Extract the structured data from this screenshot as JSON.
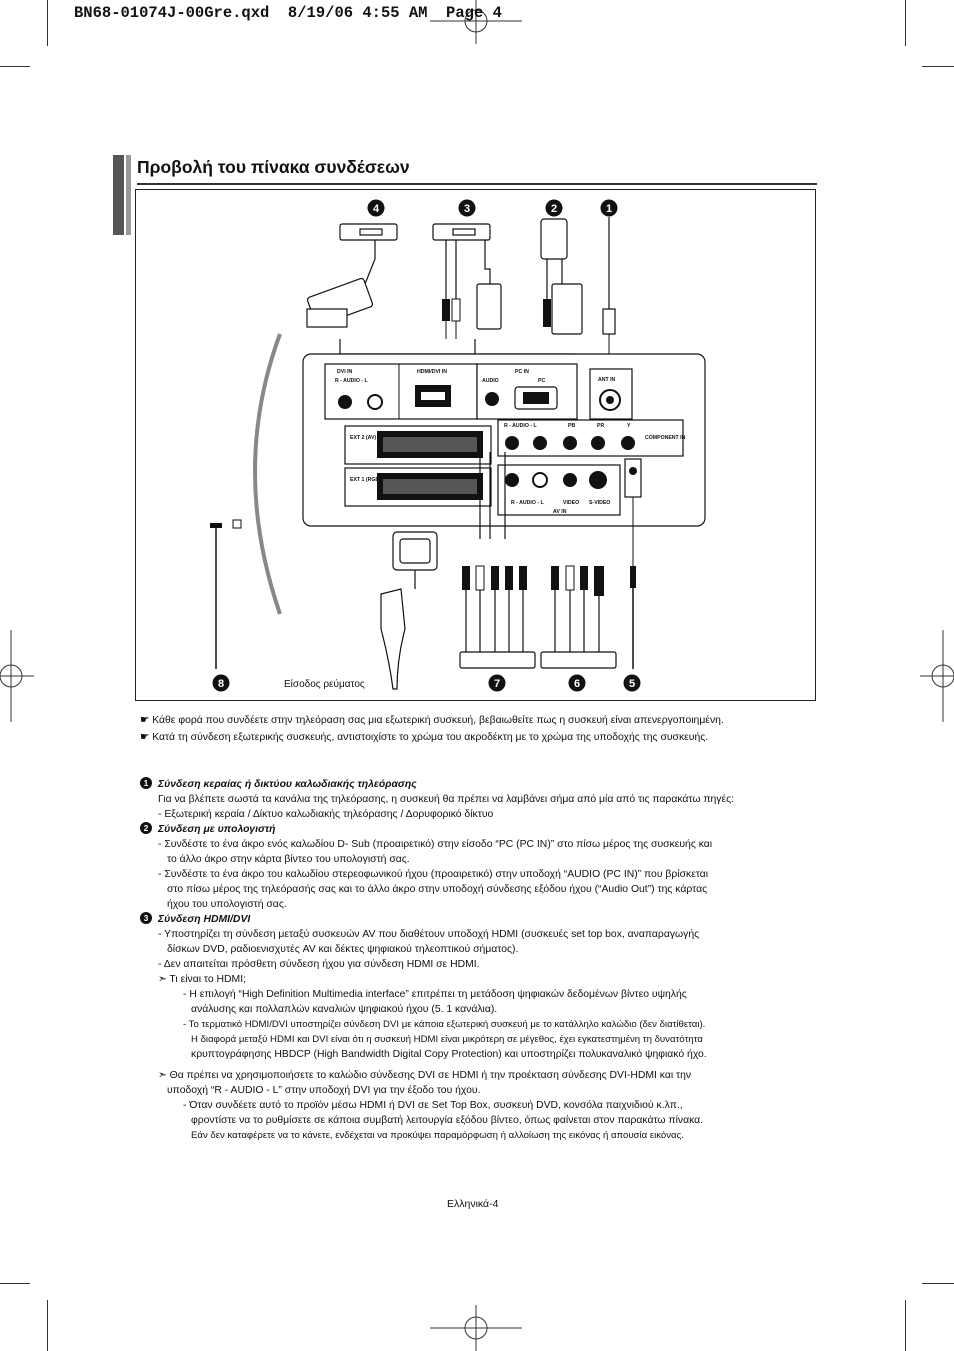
{
  "header": {
    "file_line": "BN68-01074J-00Gre.qxd  8/19/06 4:55 AM  Page 4"
  },
  "title": "Προβολή του πίνακα συνδέσεων",
  "diagram": {
    "callouts": [
      "4",
      "3",
      "2",
      "1",
      "8",
      "7",
      "6",
      "5"
    ],
    "power_label": "Είσοδος ρεύματος",
    "panel_labels": {
      "dvi_in": "DVI IN",
      "hdmi_dvi_in": "HDMI/DVI IN",
      "audio_rl": "R - AUDIO - L",
      "pc_in": "PC IN",
      "audio": "AUDIO",
      "pc": "PC",
      "ant_in": "ANT IN",
      "ext2": "EXT 2 (AV)",
      "ext1": "EXT 1 (RGB)",
      "component_in": "COMPONENT IN",
      "pb": "PB",
      "pr": "PR",
      "y": "Y",
      "video": "VIDEO",
      "s_video": "S-VIDEO",
      "av_in": "AV IN"
    }
  },
  "notes": [
    "Κάθε φορά που συνδέετε στην τηλεόραση σας μια εξωτερική συσκευή, βεβαιωθείτε πως η συσκευή είναι απενεργοποιημένη.",
    "Κατά τη σύνδεση εξωτερικής συσκευής, αντιστοιχίστε το χρώμα του ακροδέκτη με το χρώμα της υποδοχής της συσκευής."
  ],
  "sections": {
    "s1": {
      "num": "1",
      "head": "Σύνδεση κεραίας ή δικτύου καλωδιακής τηλεόρασης",
      "l1": "Για να βλέπετε σωστά τα κανάλια της τηλεόρασης, η συσκευή θα πρέπει να λαμβάνει σήμα από μία από τις παρακάτω πηγές:",
      "l2": "- Εξωτερική κεραία / Δίκτυο καλωδιακής τηλεόρασης / Δορυφορικό δίκτυο"
    },
    "s2": {
      "num": "2",
      "head": "Σύνδεση με υπολογιστή",
      "l1": "- Συνδέστε το ένα άκρο ενός καλωδίου D- Sub (προαιρετικό) στην είσοδο “PC (PC IN)” στο πίσω μέρος της συσκευής και",
      "l2": "το άλλο άκρο στην κάρτα βίντεο του υπολογιστή σας.",
      "l3": "- Συνδέστε το ένα άκρο του καλωδίου στερεοφωνικού ήχου (προαιρετικό) στην υποδοχή “AUDIO (PC IN)” που βρίσκεται",
      "l4": "στο πίσω μέρος της τηλεόρασής σας και το άλλο άκρο στην υποδοχή σύνδεσης εξόδου ήχου (“Audio Out”) της κάρτας",
      "l5": "ήχου του υπολογιστή σας."
    },
    "s3": {
      "num": "3",
      "head": "Σύνδεση HDMI/DVI",
      "l1": "- Υποστηρίζει τη σύνδεση μεταξύ συσκευών AV που διαθέτουν υποδοχή HDMI (συσκευές set top box, αναπαραγωγής",
      "l2": "δίσκων DVD, ραδιοενισχυτές AV και δέκτες ψηφιακού τηλεοπτικού σήματος).",
      "l3": "- Δεν απαιτείται πρόσθετη σύνδεση ήχου για σύνδεση HDMI σε HDMI.",
      "l4": "Τι είναι το HDMI;",
      "l5": "- Η επιλογή “High Definition Multimedia interface” επιτρέπει τη μετάδοση ψηφιακών δεδομένων βίντεο υψηλής",
      "l6": "ανάλυσης και πολλαπλών καναλιών ψηφιακού ήχου (5. 1 κανάλια).",
      "l7": "- Το τερματικό HDMI/DVI υποστηρίζει σύνδεση DVI με κάποια εξωτερική συσκευή με το κατάλληλο καλώδιο (δεν διατίθεται).",
      "l8": "Η διαφορά μεταξύ HDMI και DVI είναι ότι η συσκευή HDMI είναι μικρότερη σε μέγεθος, έχει εγκατεστημένη τη δυνατότητα",
      "l9": "κρυπτογράφησης HBDCP (High Bandwidth Digital Copy Protection) και υποστηρίζει πολυκαναλικό ψηφιακό ήχο.",
      "l10": "Θα πρέπει να χρησιμοποιήσετε το καλώδιο σύνδεσης DVI σε HDMI ή την προέκταση σύνδεσης DVI-HDMI και την",
      "l11": "υποδοχή “R - AUDIO - L” στην υποδοχή DVI για την έξοδο του ήχου.",
      "l12": "- Όταν συνδέετε αυτό το προϊόν μέσω HDMI ή DVI σε Set Top Box, συσκευή DVD, κονσόλα παιχνιδιού κ.λπ.,",
      "l13": "φροντίστε να το ρυθμίσετε σε κάποια συμβατή λειτουργία εξόδου βίντεο, όπως φαίνεται στον παρακάτω πίνακα.",
      "l14": "Εάν δεν καταφέρετε να το κάνετε, ενδέχεται να προκύψει παραμόρφωση ή αλλοίωση της εικόνας ή απουσία εικόνας."
    }
  },
  "footer": {
    "page_label": "Ελληνικά-4"
  }
}
